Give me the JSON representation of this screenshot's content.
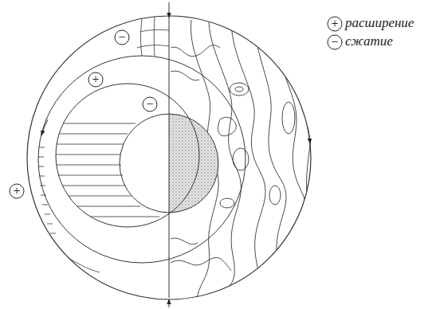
{
  "diagram": {
    "labels": [
      "−",
      "+",
      "−",
      "+",
      "+",
      "−"
    ],
    "legend": [
      {
        "text": "расширение"
      },
      {
        "text": "сжатие"
      }
    ]
  }
}
